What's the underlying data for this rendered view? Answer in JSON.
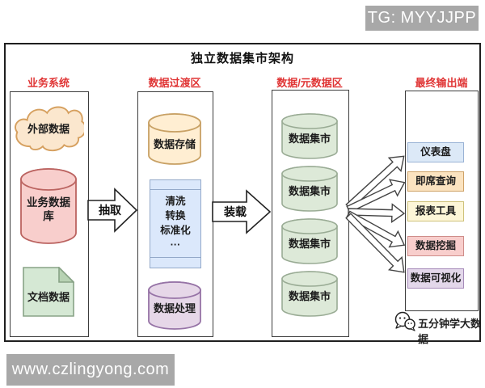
{
  "badges": {
    "top_right": "TG: MYYJJPP",
    "bottom_left": "www.czlingyong.com"
  },
  "diagram": {
    "title": "独立数据集市架构",
    "watermark": "五分钟学大数据",
    "arrows": {
      "extract": "抽取",
      "load": "装载"
    },
    "columns": [
      {
        "label": "业务系统",
        "items": [
          {
            "shape": "cloud",
            "label": "外部数据"
          },
          {
            "shape": "cylinder",
            "label": "业务数据库"
          },
          {
            "shape": "document",
            "label": "文档数据"
          }
        ]
      },
      {
        "label": "数据过渡区",
        "items": [
          {
            "shape": "cylinder",
            "label": "数据存储"
          },
          {
            "shape": "process",
            "lines": [
              "清洗",
              "转换",
              "标准化",
              "···"
            ]
          },
          {
            "shape": "cylinder",
            "label": "数据处理"
          }
        ]
      },
      {
        "label": "数据/元数据区",
        "items": [
          {
            "shape": "cylinder",
            "label": "数据集市"
          },
          {
            "shape": "cylinder",
            "label": "数据集市"
          },
          {
            "shape": "cylinder",
            "label": "数据集市"
          },
          {
            "shape": "cylinder",
            "label": "数据集市"
          }
        ]
      },
      {
        "label": "最终输出端",
        "items": [
          {
            "shape": "rect",
            "label": "仪表盘"
          },
          {
            "shape": "rect",
            "label": "即席查询"
          },
          {
            "shape": "rect",
            "label": "报表工具"
          },
          {
            "shape": "rect",
            "label": "数据挖掘"
          },
          {
            "shape": "rect",
            "label": "数据可视化"
          }
        ]
      }
    ]
  },
  "colors": {
    "label_red": "#e03636",
    "badge_gray": "#a8a8a8",
    "cloud_fill": "#fbe7ce",
    "business_db_fill": "#f8cecc",
    "document_fill": "#d5e8d4",
    "storage_fill": "#ffeed2",
    "process_fill": "#dbe8fb",
    "processing_fill": "#e6d7e8",
    "mart_fill": "#dde9d8",
    "dashboard_fill": "#dce9f7",
    "adhoc_fill": "#fbe3c0",
    "report_fill": "#fdf6d8",
    "mining_fill": "#f8cecc",
    "viz_fill": "#e3d7ea"
  }
}
